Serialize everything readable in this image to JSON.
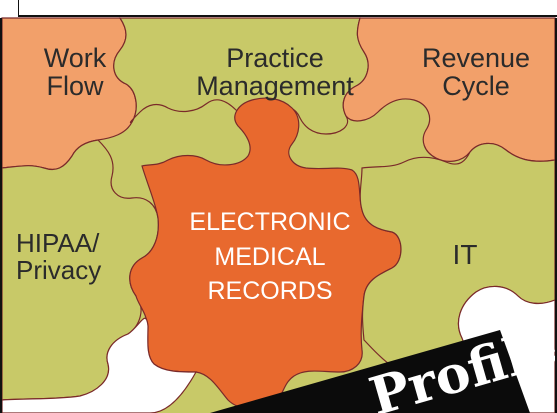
{
  "puzzle": {
    "top_left": "Work\nFlow",
    "top_middle": "Practice\nManagement",
    "top_right": "Revenue\nCycle",
    "middle_left": "HIPAA/\nPrivacy",
    "center": "ELECTRONIC\nMEDICAL\nRECORDS",
    "middle_right": "IT"
  },
  "banner": {
    "text": "Profile"
  },
  "colors": {
    "orange_light": "#f2a06a",
    "green_light": "#c8c968",
    "orange_dark": "#e8692e",
    "outline": "#7a2a2a"
  }
}
